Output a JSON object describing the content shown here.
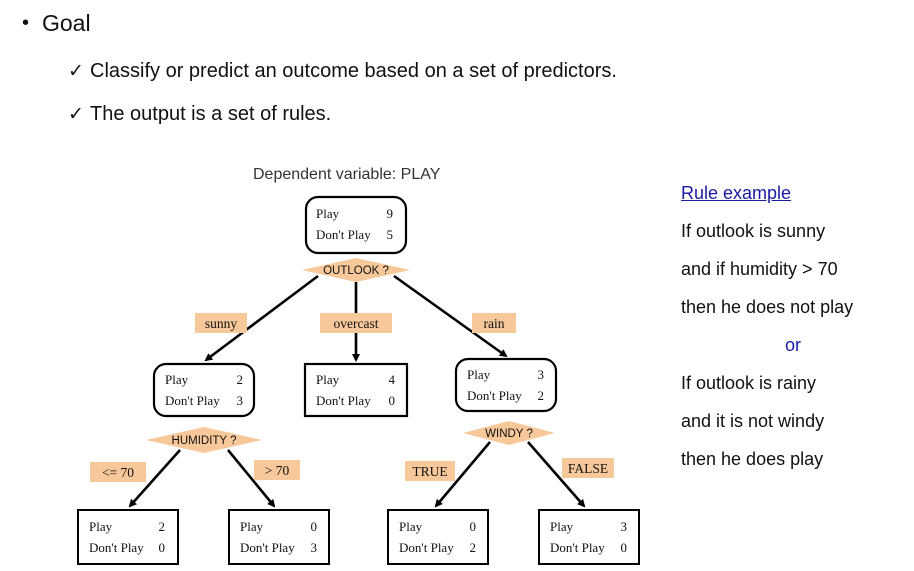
{
  "header": {
    "bullet_symbol": "•",
    "goal_label": "Goal",
    "check_symbol": "✓",
    "points": [
      "Classify or predict an outcome based on a set of predictors.",
      "The output is a set of rules."
    ]
  },
  "diagram": {
    "caption": "Dependent variable: PLAY",
    "row_labels": {
      "play": "Play",
      "dont_play": "Don't Play"
    },
    "nodes": {
      "root": {
        "play": "9",
        "dont_play": "5"
      },
      "sunny": {
        "play": "2",
        "dont_play": "3"
      },
      "overcast": {
        "play": "4",
        "dont_play": "0"
      },
      "rain": {
        "play": "3",
        "dont_play": "2"
      },
      "hum_low": {
        "play": "2",
        "dont_play": "0"
      },
      "hum_high": {
        "play": "0",
        "dont_play": "3"
      },
      "wind_true": {
        "play": "0",
        "dont_play": "2"
      },
      "wind_false": {
        "play": "3",
        "dont_play": "0"
      }
    },
    "splits": {
      "outlook": "OUTLOOK ?",
      "humidity": "HUMIDITY ?",
      "windy": "WINDY ?"
    },
    "edge_labels": {
      "sunny": "sunny",
      "overcast": "overcast",
      "rain": "rain",
      "le70": "<= 70",
      "gt70": "> 70",
      "true": "TRUE",
      "false": "FALSE"
    },
    "colors": {
      "split_fill": "#f7c89a",
      "link": "#1a1aa6"
    }
  },
  "rules": {
    "title": "Rule example",
    "rule1": [
      "If outlook is sunny",
      "and if humidity > 70",
      "then he does not play"
    ],
    "separator": "or",
    "rule2": [
      "If outlook is rainy",
      "and it is not windy",
      "then he does play"
    ]
  }
}
